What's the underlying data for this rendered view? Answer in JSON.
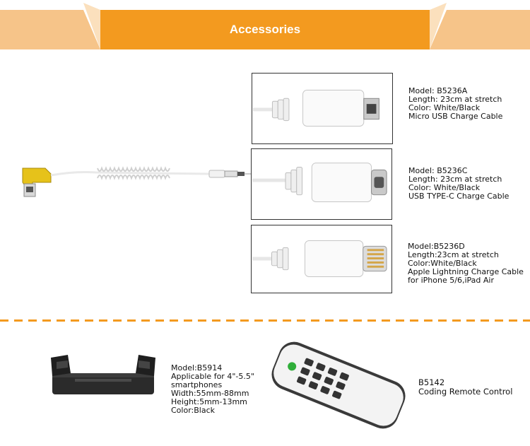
{
  "header": {
    "title": "Accessories"
  },
  "colors": {
    "accent": "#f39a1f",
    "accent_side": "#f6c489",
    "frame_border": "#333333"
  },
  "products": {
    "b5236a": {
      "lines": [
        "Model: B5236A",
        "Length: 23cm at stretch",
        "Color: White/Black",
        "Micro USB Charge Cable"
      ],
      "icon": "micro-usb-cable"
    },
    "b5236c": {
      "lines": [
        "Model: B5236C",
        "Length: 23cm at stretch",
        "Color: White/Black",
        "USB TYPE-C Charge Cable"
      ],
      "icon": "usb-type-c-cable"
    },
    "b5236d": {
      "lines": [
        "Model:B5236D",
        "Length:23cm at stretch",
        "Color:White/Black",
        "Apple Lightning Charge Cable",
        "for iPhone 5/6,iPad Air"
      ],
      "icon": "lightning-cable"
    },
    "b5914": {
      "lines": [
        "Model:B5914",
        "Applicable for 4\"-5.5\"",
        "smartphones",
        "Width:55mm-88mm",
        "Height:5mm-13mm",
        "Color:Black"
      ],
      "icon": "phone-holder-clamp"
    },
    "b5142": {
      "lines": [
        "B5142",
        "Coding Remote Control"
      ],
      "icon": "remote-control"
    }
  }
}
